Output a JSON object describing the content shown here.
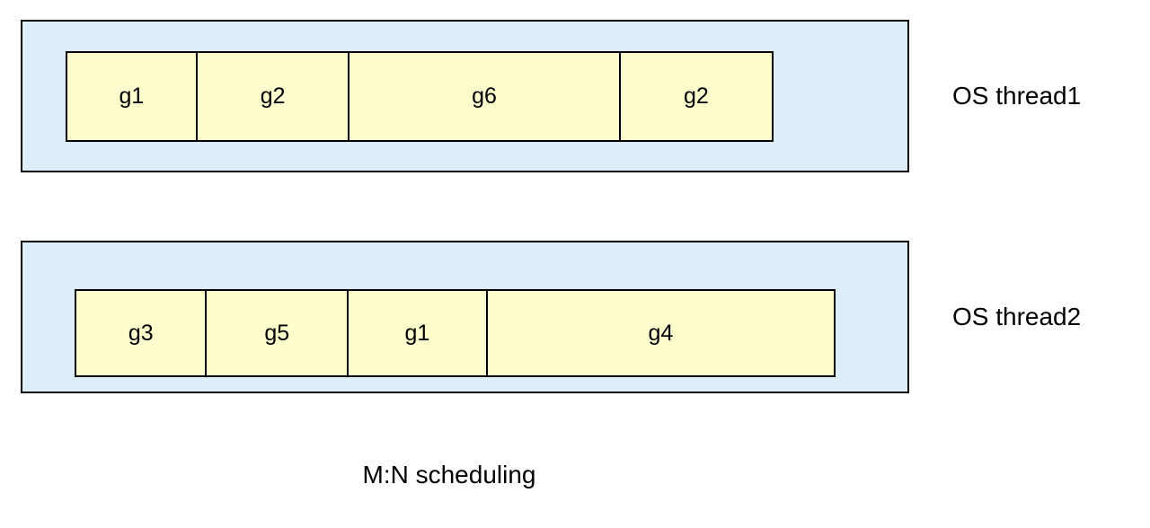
{
  "diagram": {
    "title": "M:N scheduling",
    "threads": [
      {
        "label": "OS thread1",
        "goroutines": [
          "g1",
          "g2",
          "g6",
          "g2"
        ]
      },
      {
        "label": "OS thread2",
        "goroutines": [
          "g3",
          "g5",
          "g1",
          "g4"
        ]
      }
    ],
    "colors": {
      "thread_fill": "#ddeef9",
      "goroutine_fill": "#fcfccd",
      "border": "#000000",
      "text": "#000000"
    }
  }
}
